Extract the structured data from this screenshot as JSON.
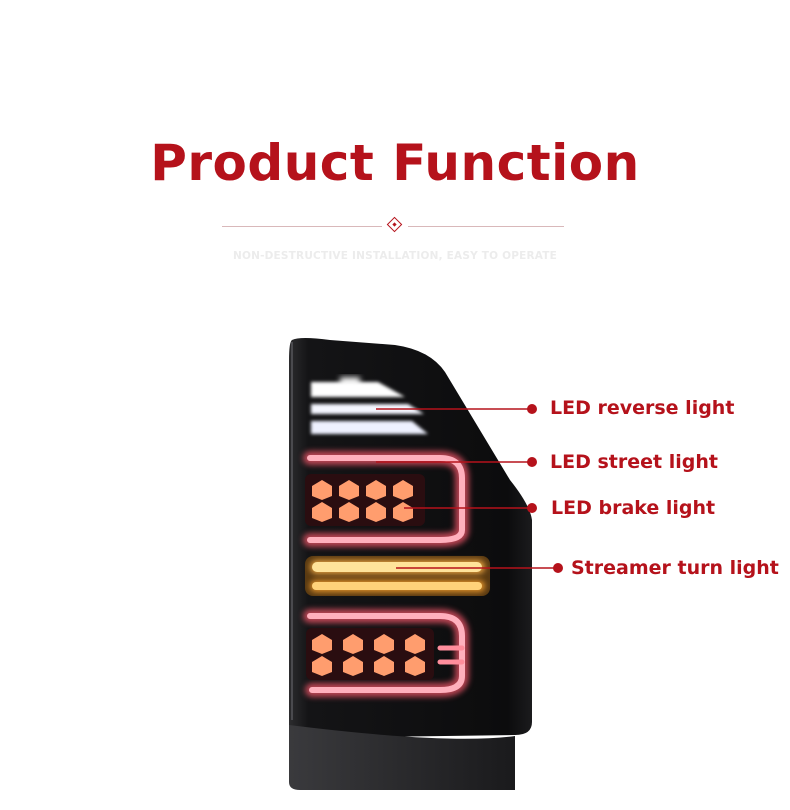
{
  "header": {
    "title": "Product Function",
    "subtitle": "NON-DESTRUCTIVE INSTALLATION, EASY TO OPERATE"
  },
  "callouts": [
    {
      "label": "LED reverse light"
    },
    {
      "label": "LED street light"
    },
    {
      "label": "LED brake light"
    },
    {
      "label": "Streamer turn light"
    }
  ],
  "colors": {
    "accent": "#b5121b",
    "divider": "#d9b8ba",
    "subtitle": "#ececec"
  }
}
